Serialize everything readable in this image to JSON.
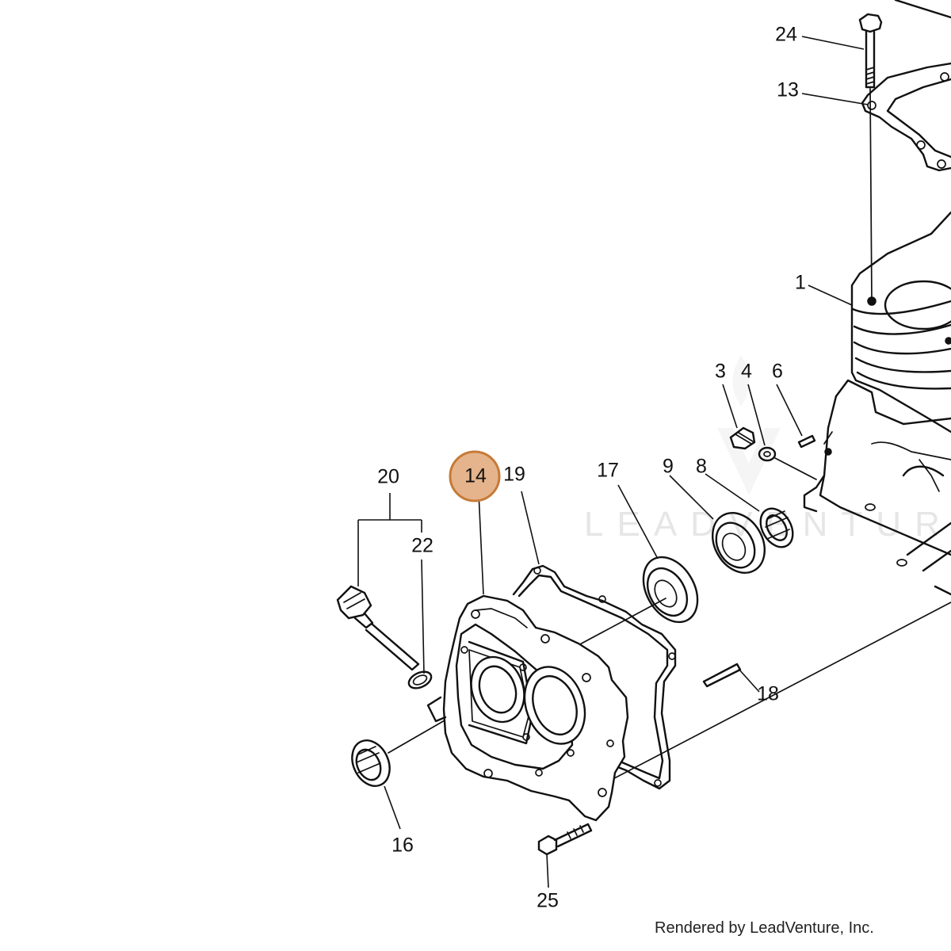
{
  "diagram": {
    "callouts": [
      {
        "id": "1",
        "label": "1"
      },
      {
        "id": "3",
        "label": "3"
      },
      {
        "id": "4",
        "label": "4"
      },
      {
        "id": "6",
        "label": "6"
      },
      {
        "id": "8",
        "label": "8"
      },
      {
        "id": "9",
        "label": "9"
      },
      {
        "id": "13",
        "label": "13"
      },
      {
        "id": "14",
        "label": "14",
        "highlighted": true
      },
      {
        "id": "16",
        "label": "16"
      },
      {
        "id": "17",
        "label": "17"
      },
      {
        "id": "18",
        "label": "18"
      },
      {
        "id": "19",
        "label": "19"
      },
      {
        "id": "20",
        "label": "20"
      },
      {
        "id": "22",
        "label": "22"
      },
      {
        "id": "24",
        "label": "24"
      },
      {
        "id": "25",
        "label": "25"
      }
    ],
    "highlight_color": "#e5b48c",
    "highlight_border_color": "#c67a38",
    "watermark": "LEADVENTURE"
  },
  "footer": {
    "credit": "Rendered by LeadVenture, Inc."
  }
}
